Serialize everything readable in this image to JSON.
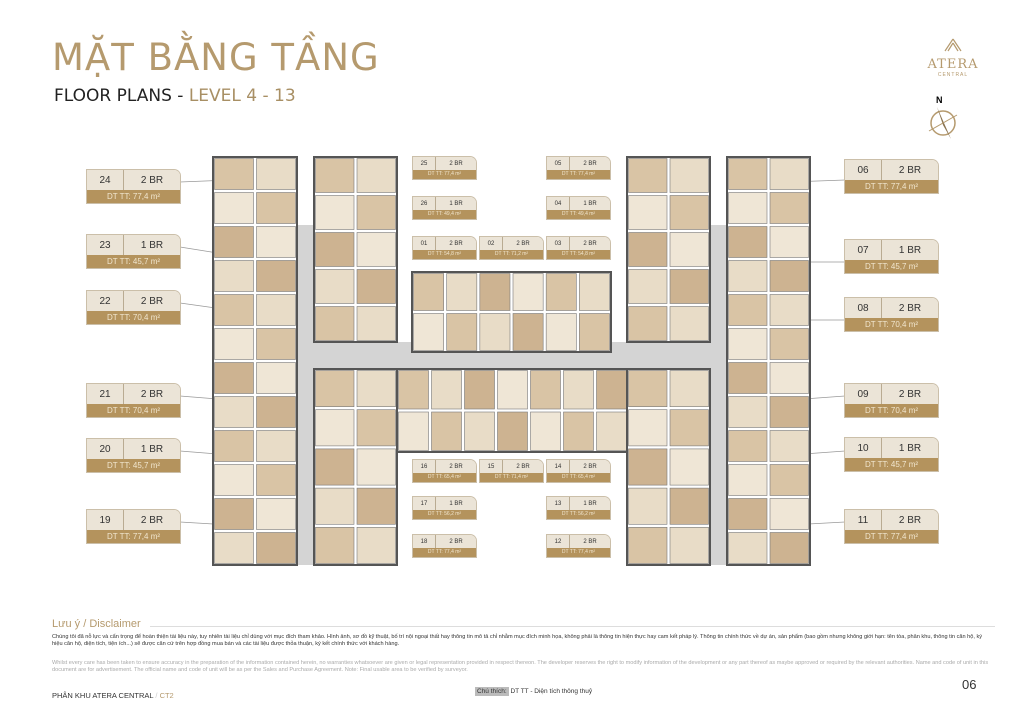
{
  "header": {
    "title": "MẶT BẰNG TẦNG",
    "subtitle_prefix": "FLOOR PLANS - ",
    "subtitle_level": "LEVEL 4 - 13"
  },
  "logo": {
    "name": "ATERA",
    "sub": "CENTRAL",
    "compass_label": "N"
  },
  "colors": {
    "gold": "#b59a6e",
    "tan": "#b4935d",
    "label_bg": "#ebe4d7",
    "corridor": "#d4d4d4"
  },
  "units_large": [
    {
      "num": "24",
      "type": "2 BR",
      "area": "DT TT: 77,4 m²"
    },
    {
      "num": "23",
      "type": "1 BR",
      "area": "DT TT: 45,7 m²"
    },
    {
      "num": "22",
      "type": "2 BR",
      "area": "DT TT: 70,4 m²"
    },
    {
      "num": "21",
      "type": "2 BR",
      "area": "DT TT: 70,4 m²"
    },
    {
      "num": "20",
      "type": "1 BR",
      "area": "DT TT: 45,7 m²"
    },
    {
      "num": "19",
      "type": "2 BR",
      "area": "DT TT: 77,4 m²"
    },
    {
      "num": "06",
      "type": "2 BR",
      "area": "DT TT: 77,4 m²"
    },
    {
      "num": "07",
      "type": "1 BR",
      "area": "DT TT: 45,7 m²"
    },
    {
      "num": "08",
      "type": "2 BR",
      "area": "DT TT: 70,4 m²"
    },
    {
      "num": "09",
      "type": "2 BR",
      "area": "DT TT: 70,4 m²"
    },
    {
      "num": "10",
      "type": "1 BR",
      "area": "DT TT: 45,7 m²"
    },
    {
      "num": "11",
      "type": "2 BR",
      "area": "DT TT: 77,4 m²"
    }
  ],
  "units_small": [
    {
      "num": "25",
      "type": "2 BR",
      "area": "DT TT: 77,4 m²"
    },
    {
      "num": "26",
      "type": "1 BR",
      "area": "DT TT: 49,4 m²"
    },
    {
      "num": "01",
      "type": "2 BR",
      "area": "DT TT: 54,8 m²"
    },
    {
      "num": "02",
      "type": "2 BR",
      "area": "DT TT: 71,2 m²"
    },
    {
      "num": "03",
      "type": "2 BR",
      "area": "DT TT: 54,8 m²"
    },
    {
      "num": "05",
      "type": "2 BR",
      "area": "DT TT: 77,4 m²"
    },
    {
      "num": "04",
      "type": "1 BR",
      "area": "DT TT: 49,4 m²"
    },
    {
      "num": "16",
      "type": "2 BR",
      "area": "DT TT: 65,4 m²"
    },
    {
      "num": "15",
      "type": "2 BR",
      "area": "DT TT: 71,4 m²"
    },
    {
      "num": "14",
      "type": "2 BR",
      "area": "DT TT: 65,4 m²"
    },
    {
      "num": "17",
      "type": "1 BR",
      "area": "DT TT: 56,2 m²"
    },
    {
      "num": "13",
      "type": "1 BR",
      "area": "DT TT: 56,2 m²"
    },
    {
      "num": "18",
      "type": "2 BR",
      "area": "DT TT: 77,4 m²"
    },
    {
      "num": "12",
      "type": "2 BR",
      "area": "DT TT: 77,4 m²"
    }
  ],
  "disclaimer": {
    "heading": "Lưu ý / Disclaimer",
    "vi": "Chúng tôi đã nỗ lực và cẩn trọng để hoàn thiện tài liệu này, tuy nhiên tài liệu chỉ dùng với mục đích tham khảo. Hình ảnh, sơ đồ kỹ thuật, bố trí nội ngoại thất hay thông tin mô tả chỉ nhằm mục đích minh họa, không phải là thông tin hiện thực hay cam kết pháp lý. Thông tin chính thức về dự án, sản phẩm (bao gồm nhưng không giới hạn: tên tòa, phân khu, thông tin căn hộ, ký hiệu căn hộ, diện tích, tiện ích...) sẽ được căn cứ trên hợp đồng mua bán và các tài liệu được thỏa thuận, ký kết chính thức với khách hàng.",
    "en": "Whilst every care has been taken to ensure accuracy in the preparation of the information contained herein, no warranties whatsoever are given or legal representation provided in respect thereon. The developer reserves the right to modify information of the development or any part thereof as maybe approved or required by the relevant authorities. Name and code of unit in this document are for advertisement. The official name and code of unit will be as per the Sales and Purchase Agreement. Note: Final usable area to be verified by surveyor."
  },
  "footer": {
    "zone": "PHÂN KHU ATERA CENTRAL",
    "sep": "/",
    "block": "CT2",
    "note_key": "Chú thích:",
    "note_value": "DT TT - Diện tích thông thuỷ",
    "page": "06"
  }
}
